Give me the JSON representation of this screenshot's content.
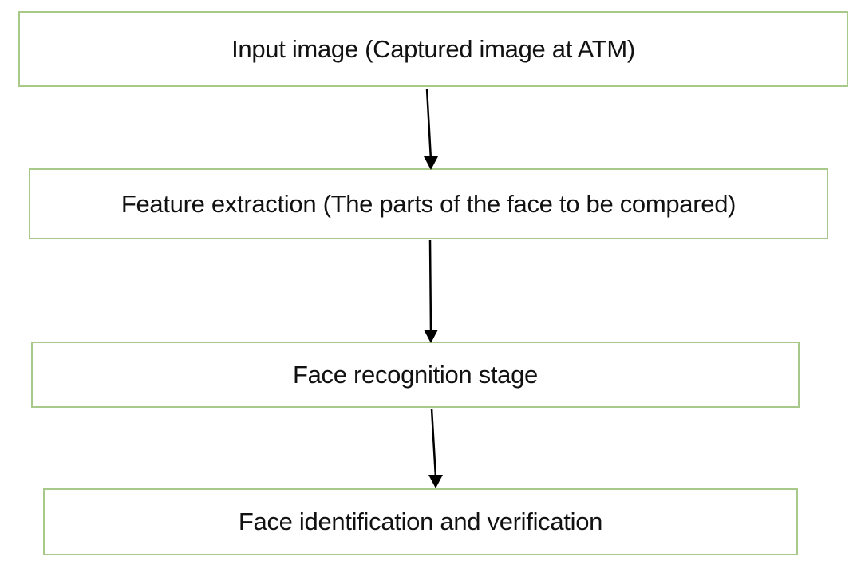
{
  "diagram": {
    "steps": [
      {
        "label": "Input image (Captured image at ATM)"
      },
      {
        "label": "Feature extraction (The parts of the face to be compared)"
      },
      {
        "label": "Face recognition stage"
      },
      {
        "label": "Face identification and verification"
      }
    ],
    "colors": {
      "box_border": "#a8c98a",
      "arrow": "#000000",
      "text": "#111111",
      "background": "#ffffff"
    }
  }
}
